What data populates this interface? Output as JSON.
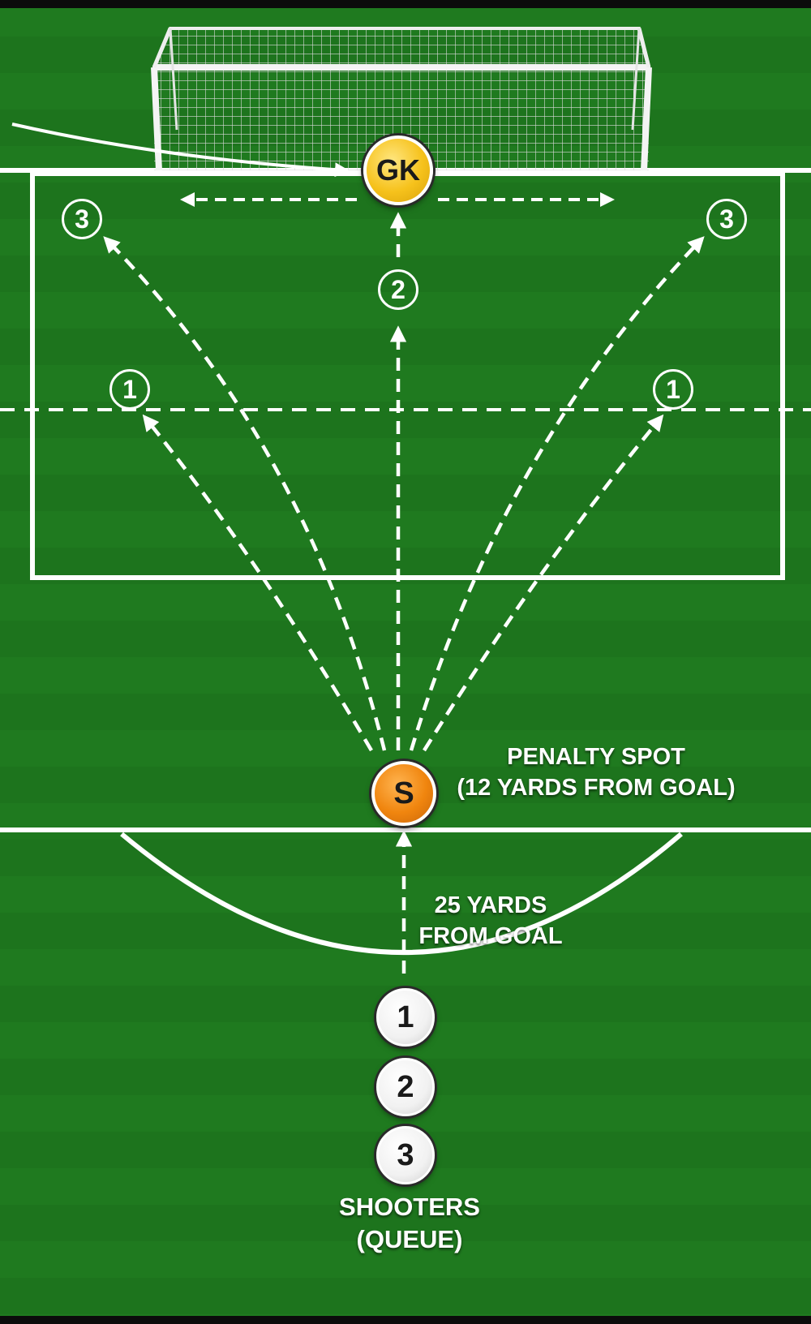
{
  "colors": {
    "grass": "#1f7a1f",
    "grass_dark": "#176417",
    "lines": "#ffffff",
    "goalkeeper": "#f6c21c",
    "shooter": "#f0850e",
    "queue": "#f1f1f1"
  },
  "markers": {
    "goalkeeper": "GK",
    "shooter": "S",
    "targets": {
      "left_low": "1",
      "right_low": "1",
      "center": "2",
      "left_high": "3",
      "right_high": "3"
    },
    "queue": [
      "1",
      "2",
      "3"
    ]
  },
  "labels": {
    "penalty_spot": [
      "PENALTY SPOT",
      "(12 YARDS FROM GOAL)"
    ],
    "distance": [
      "25 YARDS",
      "FROM GOAL"
    ],
    "shooters": [
      "SHOOTERS",
      "(QUEUE)"
    ]
  }
}
